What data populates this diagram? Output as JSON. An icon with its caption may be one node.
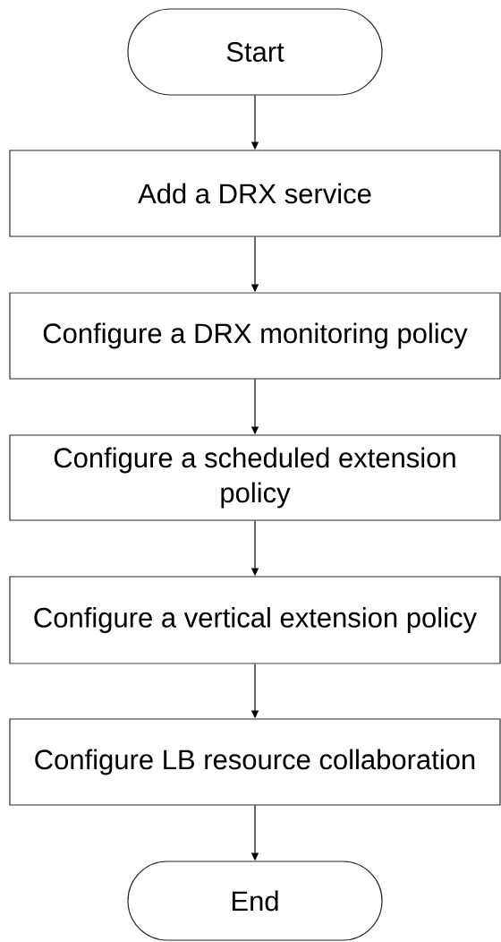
{
  "diagram": {
    "nodes": [
      {
        "text": [
          "Start"
        ]
      },
      {
        "text": [
          "Add a DRX service"
        ]
      },
      {
        "text": [
          "Configure a DRX monitoring policy"
        ]
      },
      {
        "text": [
          "Configure a scheduled extension policy"
        ]
      },
      {
        "text": [
          "Configure a vertical extension policy"
        ]
      },
      {
        "text": [
          "Configure LB resource collaboration"
        ]
      },
      {
        "text": [
          "End"
        ]
      }
    ],
    "edges": [
      {
        "from": 0,
        "to": 1,
        "arrow": "to"
      },
      {
        "from": 1,
        "to": 2,
        "arrow": "to"
      },
      {
        "from": 2,
        "to": 3,
        "arrow": "to"
      },
      {
        "from": 3,
        "to": 4,
        "arrow": "to"
      },
      {
        "from": 4,
        "to": 5,
        "arrow": "to"
      },
      {
        "from": 5,
        "to": 6,
        "arrow": "to"
      }
    ]
  }
}
